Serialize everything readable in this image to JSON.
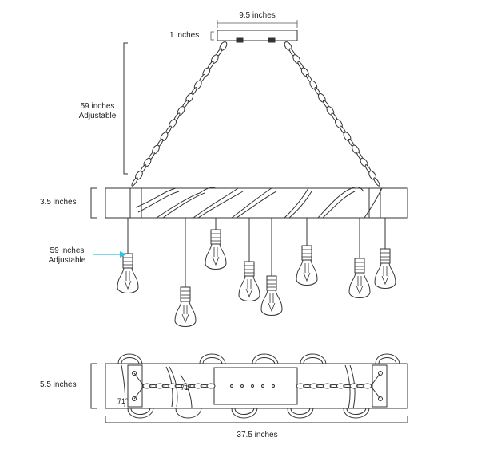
{
  "dimensions": {
    "canopy_width": "9.5 inches",
    "canopy_height": "1 inches",
    "chain_length_line1": "59 inches",
    "chain_length_line2": "Adjustable",
    "beam_height": "3.5 inches",
    "cord_length_line1": "59 inches",
    "cord_length_line2": "Adjustable",
    "beam_depth": "5.5 inches",
    "beam_length": "37.5 inches",
    "angle_label": "71°"
  },
  "colors": {
    "line": "#333333",
    "arrow": "#29c4e0",
    "background": "#ffffff"
  }
}
